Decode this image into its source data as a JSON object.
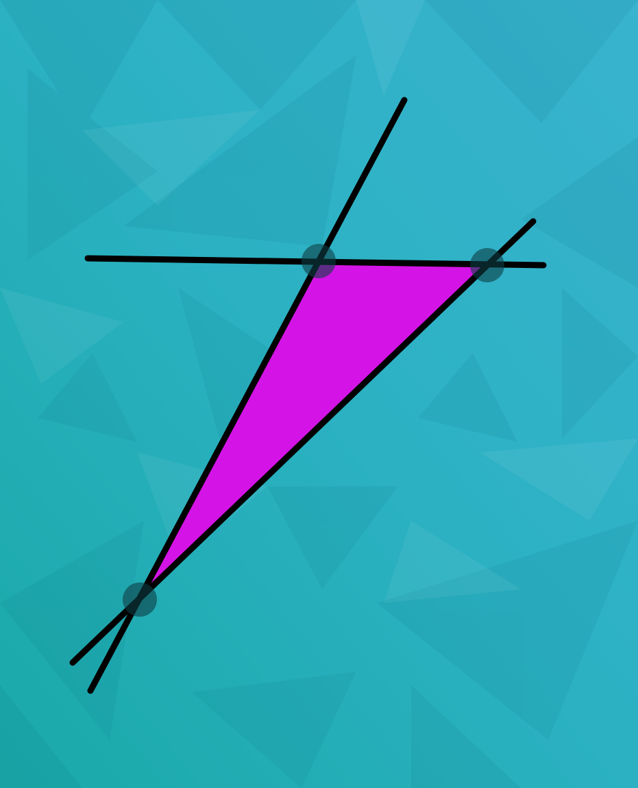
{
  "scene": {
    "background_colors": [
      "#1aa9a8",
      "#2bb1c2",
      "#30acc9",
      "#39b3cf"
    ],
    "lines": [
      {
        "name": "horizontal-line",
        "color": "#000000"
      },
      {
        "name": "steep-line",
        "color": "#000000"
      },
      {
        "name": "diagonal-line",
        "color": "#000000"
      }
    ],
    "triangle": {
      "fill": "#d414e6",
      "stroke": "#000000"
    },
    "intersection_marker_color": "#0d3d45",
    "intersections": [
      {
        "name": "intersection-top-left"
      },
      {
        "name": "intersection-top-right"
      },
      {
        "name": "intersection-bottom"
      }
    ]
  }
}
